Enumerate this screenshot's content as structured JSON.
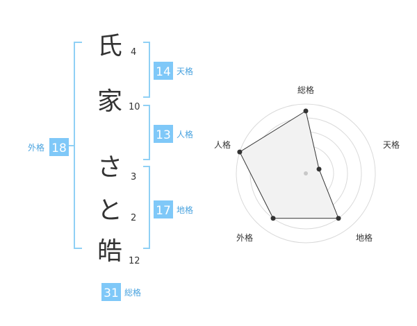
{
  "name": {
    "characters": [
      {
        "char": "氏",
        "strokes": "4"
      },
      {
        "char": "家",
        "strokes": "10"
      },
      {
        "char": "さ",
        "strokes": "3"
      },
      {
        "char": "と",
        "strokes": "2"
      },
      {
        "char": "皓",
        "strokes": "12"
      }
    ]
  },
  "scores": {
    "tenkaku": {
      "label": "天格",
      "value": "14"
    },
    "jinkaku": {
      "label": "人格",
      "value": "13"
    },
    "chikaku": {
      "label": "地格",
      "value": "17"
    },
    "gaikaku": {
      "label": "外格",
      "value": "18"
    },
    "soukaku": {
      "label": "総格",
      "value": "31"
    }
  },
  "colors": {
    "accent": "#7fc8f8",
    "bracket": "#8fd0f5",
    "label": "#4aa3df",
    "text": "#333333",
    "radar_fill": "#f2f2f2",
    "radar_grid": "#d9d9d9"
  },
  "chart_data": {
    "type": "radar",
    "axes": [
      "総格",
      "天格",
      "地格",
      "外格",
      "人格"
    ],
    "values": [
      4.5,
      1.0,
      4.0,
      4.0,
      5.0
    ],
    "scale_max": 5,
    "rings": 5
  }
}
